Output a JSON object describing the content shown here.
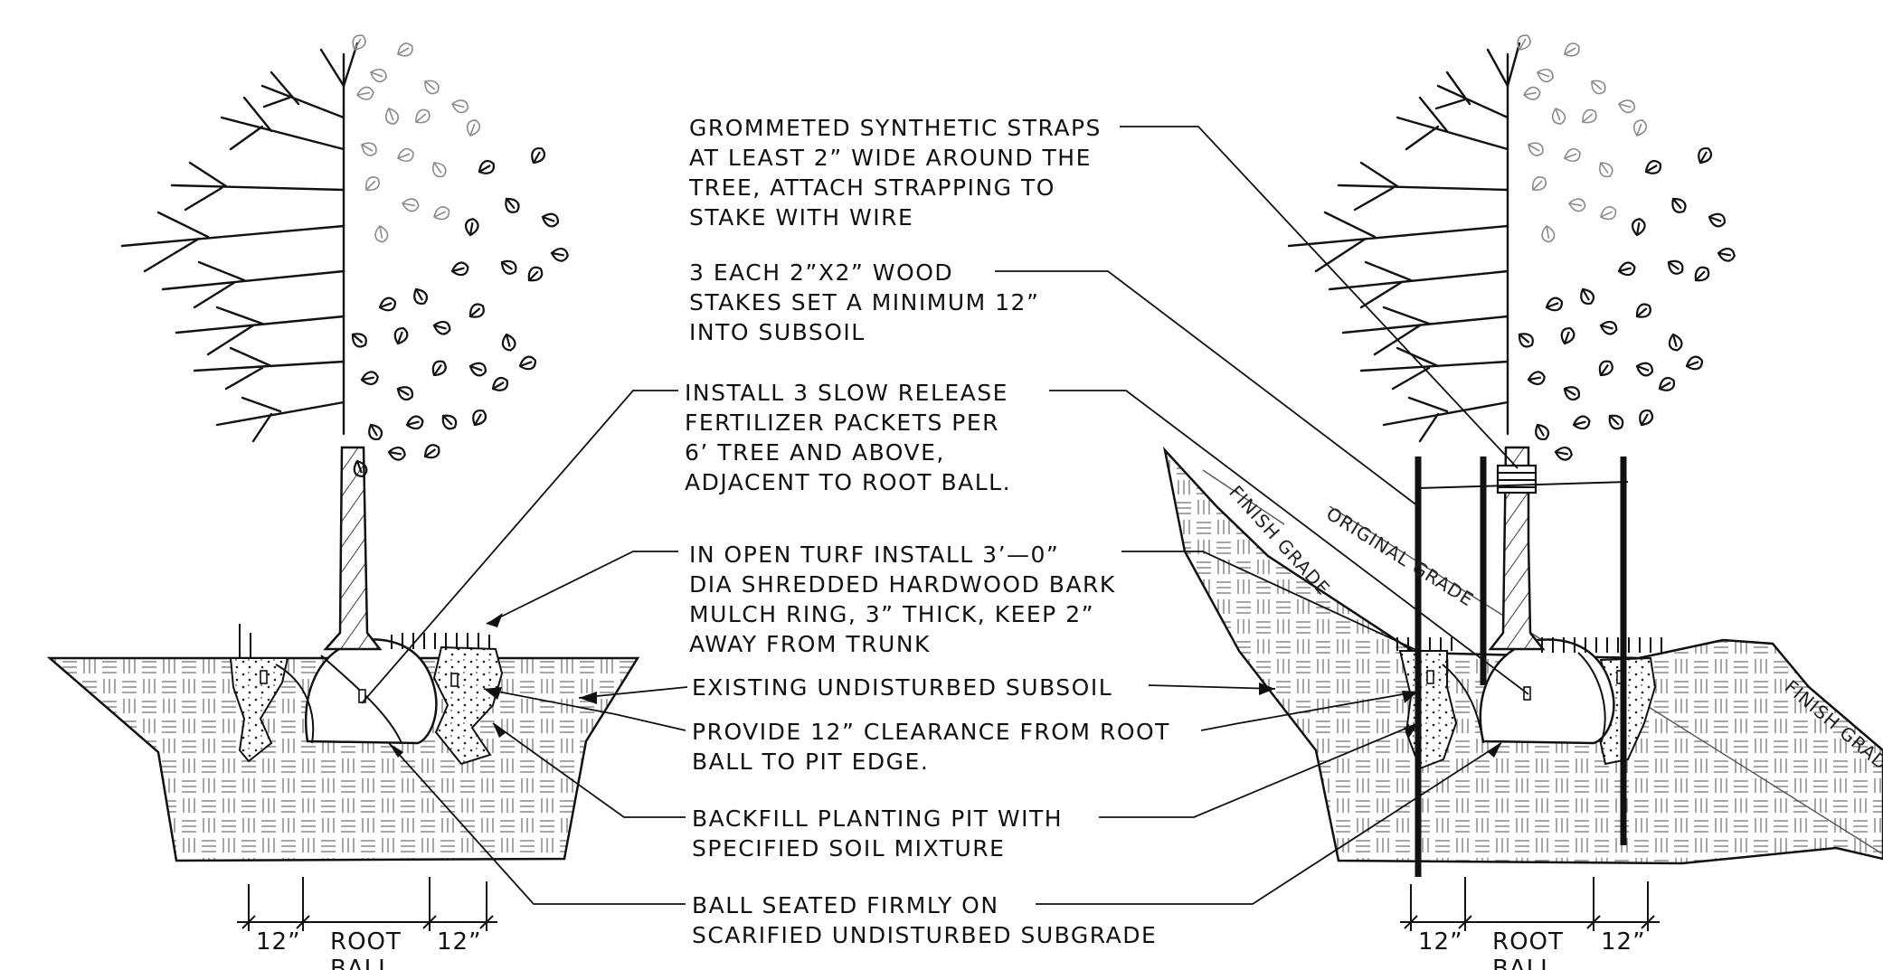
{
  "notes": [
    {
      "lines": [
        "GROMMETED SYNTHETIC STRAPS",
        "AT LEAST 2” WIDE AROUND THE",
        "TREE, ATTACH STRAPPING TO",
        "STAKE WITH WIRE"
      ]
    },
    {
      "lines": [
        "3 EACH 2”X2” WOOD",
        "STAKES SET A MINIMUM 12”",
        "INTO SUBSOIL"
      ]
    },
    {
      "lines": [
        "INSTALL 3 SLOW RELEASE",
        "FERTILIZER PACKETS PER",
        "6’ TREE AND ABOVE,",
        "ADJACENT TO ROOT BALL."
      ]
    },
    {
      "lines": [
        "IN OPEN TURF INSTALL 3’—0”",
        "DIA SHREDDED HARDWOOD BARK",
        "MULCH RING, 3” THICK, KEEP 2”",
        "AWAY FROM TRUNK"
      ]
    },
    {
      "lines": [
        "EXISTING UNDISTURBED SUBSOIL"
      ]
    },
    {
      "lines": [
        "PROVIDE 12” CLEARANCE FROM ROOT",
        "BALL TO PIT EDGE."
      ]
    },
    {
      "lines": [
        "BACKFILL PLANTING PIT WITH",
        "SPECIFIED SOIL MIXTURE"
      ]
    },
    {
      "lines": [
        "BALL SEATED FIRMLY ON",
        "SCARIFIED UNDISTURBED SUBGRADE"
      ]
    }
  ],
  "grade_labels": {
    "finish_grade_left": "FINISH GRADE",
    "original_grade": "ORIGINAL GRADE",
    "finish_grade_right": "FINISH GRADE"
  },
  "dimensions": {
    "left_clearance": "12”",
    "root_ball_line1": "ROOT",
    "root_ball_line2": "BALL",
    "right_clearance": "12”"
  }
}
